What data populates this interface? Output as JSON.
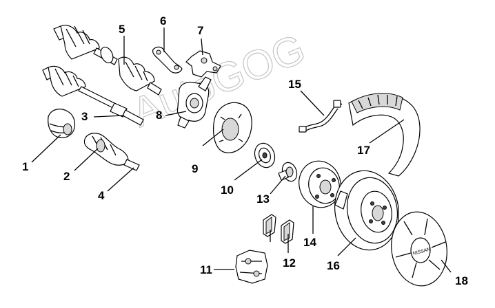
{
  "diagram": {
    "watermark": "AutoGOG",
    "brand_label": "NISSAN",
    "callouts": [
      "1",
      "2",
      "3",
      "4",
      "5",
      "6",
      "7",
      "8",
      "9",
      "10",
      "11",
      "12",
      "13",
      "14",
      "15",
      "16",
      "17",
      "18"
    ]
  }
}
